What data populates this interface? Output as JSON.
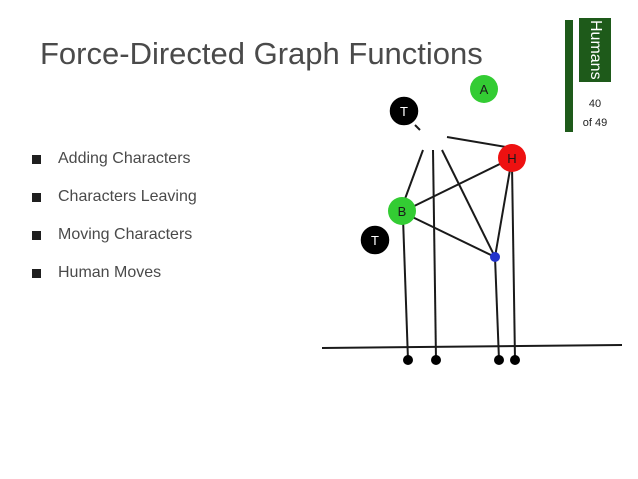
{
  "slide": {
    "title": "Force-Directed Graph Functions",
    "bullets": [
      "Adding Characters",
      "Characters Leaving",
      "Moving Characters",
      "Human Moves"
    ],
    "section_tab": "Humans",
    "page_number": "40",
    "page_total": "of 49"
  },
  "graph": {
    "nodes": [
      {
        "id": "A",
        "label": "A",
        "fill": "#33cc33"
      },
      {
        "id": "T1",
        "label": "T",
        "fill": "#000000"
      },
      {
        "id": "H",
        "label": "H",
        "fill": "#ee1111"
      },
      {
        "id": "B",
        "label": "B",
        "fill": "#33cc33"
      },
      {
        "id": "T2",
        "label": "T",
        "fill": "#000000"
      }
    ],
    "colors": {
      "tab": "#1e5a1a",
      "human_dot": "#2233cc",
      "edge": "#1a1a1a"
    }
  }
}
